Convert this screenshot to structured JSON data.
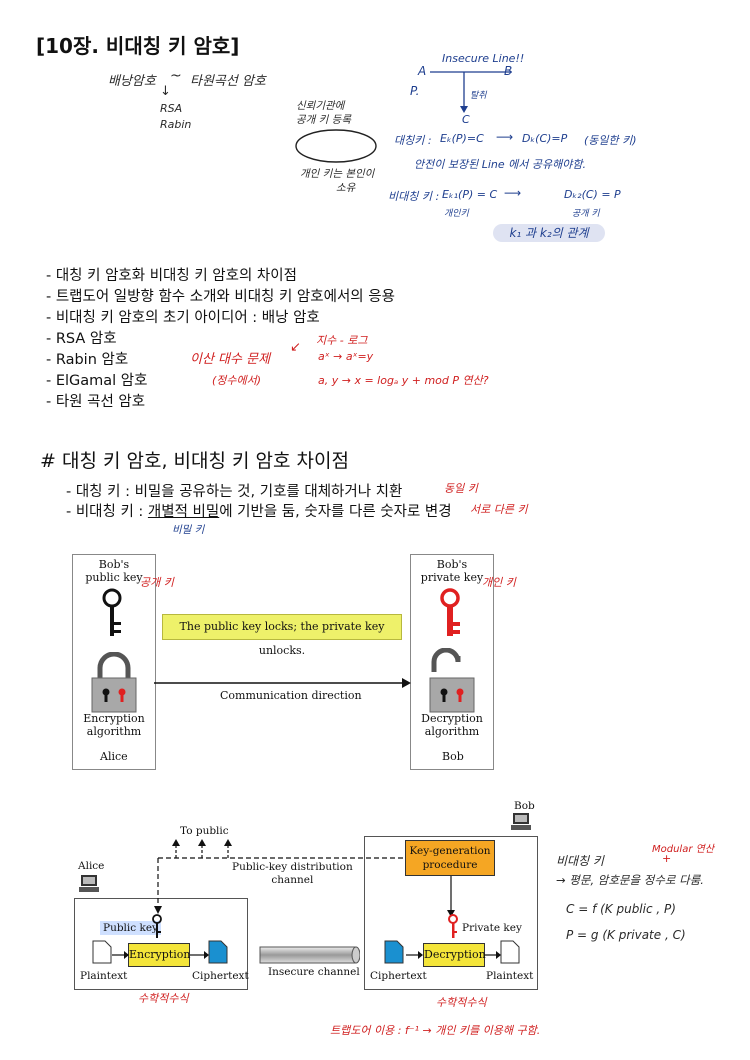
{
  "title": "[10장. 비대칭 키 암호]",
  "notes_top": {
    "knapsack": "배낭암호",
    "tilde": "~",
    "ecc": "타원곡선 암호",
    "rsa": "RSA",
    "rabin": "Rabin",
    "trusted": "신뢰기관에",
    "register": "공개 키 등록",
    "private_own": "개인 키는 본인이",
    "own": "소유",
    "insecure": "Insecure Line!!",
    "a": "A",
    "b": "B",
    "p": "P.",
    "c": "C",
    "intercept": "탈취",
    "sym_label": "대칭키 :",
    "sym_enc": "Eₖ(P)=C",
    "sym_dec": "Dₖ(C)=P",
    "sym_note": "(동일한 키)",
    "safe_line": "안전이 보장된 Line 에서 공유해야함.",
    "asym_label": "비대칭 키 :",
    "asym_enc": "Eₖ₁(P) = C",
    "asym_dec": "Dₖ₂(C) = P",
    "private_key": "개인키",
    "public_key": "공개 키",
    "k_relation": "k₁ 과 k₂의 관계"
  },
  "bullets": [
    "- 대칭 키 암호화 비대칭 키 암호의 차이점",
    "- 트랩도어 일방향 함수 소개와 비대칭 키 암호에서의 응용",
    "- 비대칭 키 암호의 초기 아이디어 : 배낭 암호",
    "- RSA 암호",
    "- Rabin 암호",
    "- ElGamal 암호",
    "- 타원 곡선 암호"
  ],
  "notes_mid": {
    "dlp": "이산 대수 문제",
    "integer": "(정수에서)",
    "exp": "지수 - 로그",
    "eq1": "aˣ → aˣ=y",
    "eq2": "a, y → x = logₐ y + mod P 연산?"
  },
  "section": {
    "title": "# 대칭 키 암호, 비대칭 키 암호 차이점",
    "line1": "- 대칭 키 : 비밀을 공유하는 것, 기호를 대체하거나 치환",
    "line1_note": "동일 키",
    "line2_a": "- 비대칭 키 : ",
    "line2_u": "개별적 비밀",
    "line2_b": "에 기반을 둠, 숫자를 다른 숫자로 변경",
    "line2_note": "서로 다른 키",
    "line2_under": "비밀 키"
  },
  "fig1": {
    "bob_public": "Bob's\npublic key",
    "bob_private": "Bob's\nprivate key",
    "public_note": "공개 키",
    "private_note": "개인 키",
    "banner": "The public key locks; the private key unlocks.",
    "comm": "Communication direction",
    "enc": "Encryption\nalgorithm",
    "dec": "Decryption\nalgorithm",
    "alice": "Alice",
    "bob": "Bob"
  },
  "fig2": {
    "bob": "Bob",
    "alice": "Alice",
    "to_public": "To public",
    "channel": "Public-key distribution\nchannel",
    "keygen": "Key-generation\nprocedure",
    "public_key": "Public key",
    "private_key": "Private key",
    "encryption": "Encryption",
    "decryption": "Decryption",
    "plaintext": "Plaintext",
    "ciphertext": "Ciphertext",
    "insecure": "Insecure channel",
    "math1": "수학적수식",
    "math2": "수학적수식",
    "trapdoor": "트랩도어 이용 : f⁻¹ → 개인 키를 이용해 구함."
  },
  "side_notes": {
    "asym": "비대칭 키",
    "modular": "Modular 연산",
    "plus": "+",
    "text": "→ 평문, 암호문을 정수로 다룸.",
    "c_eq": "C = f (K public , P)",
    "p_eq": "P = g (K private , C)"
  },
  "colors": {
    "handwriting_blue": "#1f3f8f",
    "handwriting_red": "#d02020",
    "banner_yellow": "#eef16a",
    "keygen_orange": "#f5a623",
    "box_yellow": "#f4e53a",
    "doc_blue": "#1a90d0"
  }
}
